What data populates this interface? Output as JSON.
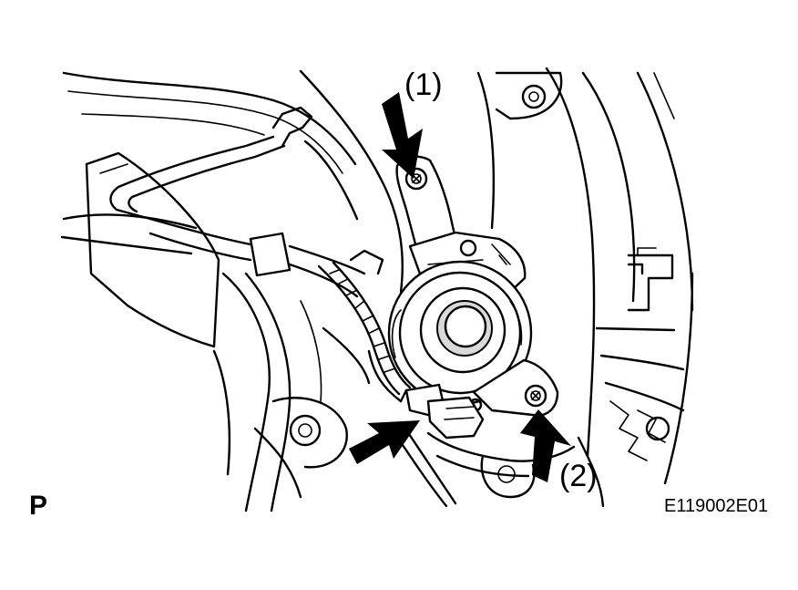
{
  "callouts": {
    "one": "(1)",
    "two": "(2)"
  },
  "view_letter": "P",
  "reference_code": "E119002E01",
  "colors": {
    "line": "#000000",
    "background": "#ffffff",
    "shade": "#d9d9d9"
  }
}
